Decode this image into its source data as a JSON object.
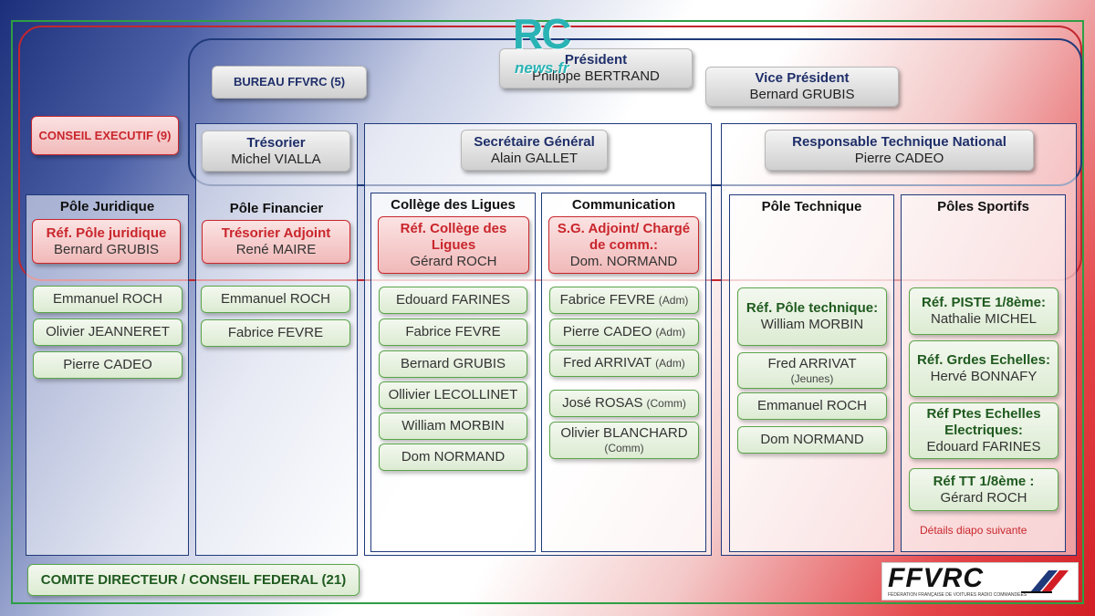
{
  "logo": {
    "rc": "RC",
    "sub": "news.fr"
  },
  "bureau": {
    "label": "BUREAU FFVRC (5)"
  },
  "conseil": {
    "label": "CONSEIL EXECUTIF (9)"
  },
  "president": {
    "role": "Président",
    "name": "Philippe BERTRAND"
  },
  "vice_president": {
    "role": "Vice Président",
    "name": "Bernard GRUBIS"
  },
  "tresorier": {
    "role": "Trésorier",
    "name": "Michel VIALLA"
  },
  "secretaire": {
    "role": "Secrétaire Général",
    "name": "Alain GALLET"
  },
  "rtn": {
    "role": "Responsable Technique National",
    "name": "Pierre CADEO"
  },
  "poles": {
    "juridique": {
      "title": "Pôle Juridique",
      "ref": {
        "role": "Réf. Pôle juridique",
        "name": "Bernard GRUBIS"
      },
      "members": [
        "Emmanuel ROCH",
        "Olivier JEANNERET",
        "Pierre CADEO"
      ]
    },
    "financier": {
      "title": "Pôle Financier",
      "ref": {
        "role": "Trésorier Adjoint",
        "name": "René MAIRE"
      },
      "members": [
        "Emmanuel ROCH",
        "Fabrice FEVRE"
      ]
    },
    "ligues": {
      "title": "Collège des Ligues",
      "ref": {
        "role": "Réf. Collège des Ligues",
        "name": "Gérard ROCH"
      },
      "members": [
        "Edouard FARINES",
        "Fabrice FEVRE",
        "Bernard GRUBIS",
        "Ollivier LECOLLINET",
        "William MORBIN",
        "Dom NORMAND"
      ]
    },
    "communication": {
      "title": "Communication",
      "ref": {
        "role": "S.G. Adjoint/ Chargé de comm.:",
        "name": "Dom. NORMAND"
      },
      "members": [
        {
          "name": "Fabrice FEVRE",
          "tag": "(Adm)"
        },
        {
          "name": "Pierre CADEO",
          "tag": "(Adm)"
        },
        {
          "name": "Fred ARRIVAT",
          "tag": "(Adm)"
        },
        {
          "name": "José ROSAS",
          "tag": "(Comm)"
        },
        {
          "name": "Olivier BLANCHARD",
          "tag": "(Comm)"
        }
      ]
    },
    "technique": {
      "title": "Pôle Technique",
      "ref": {
        "role": "Réf. Pôle technique:",
        "name": "William MORBIN"
      },
      "members": [
        {
          "name": "Fred ARRIVAT",
          "tag": "(Jeunes)"
        },
        {
          "name": "Emmanuel ROCH",
          "tag": ""
        },
        {
          "name": "Dom NORMAND",
          "tag": ""
        }
      ]
    },
    "sportifs": {
      "title": "Pôles Sportifs",
      "refs": [
        {
          "role": "Réf. PISTE 1/8ème:",
          "name": "Nathalie MICHEL"
        },
        {
          "role": "Réf. Grdes Echelles:",
          "name": "Hervé BONNAFY"
        },
        {
          "role": "Réf Ptes Echelles Electriques:",
          "name": "Edouard FARINES"
        },
        {
          "role": "Réf TT 1/8ème :",
          "name": "Gérard ROCH"
        }
      ],
      "note": "Détails diapo suivante"
    }
  },
  "comite": {
    "label": "COMITE DIRECTEUR / CONSEIL FEDERAL (21)"
  },
  "ffvrc": {
    "name": "FFVRC",
    "tagline": "FÉDÉRATION FRANÇAISE DE VOITURES RADIO COMMANDÉES"
  }
}
